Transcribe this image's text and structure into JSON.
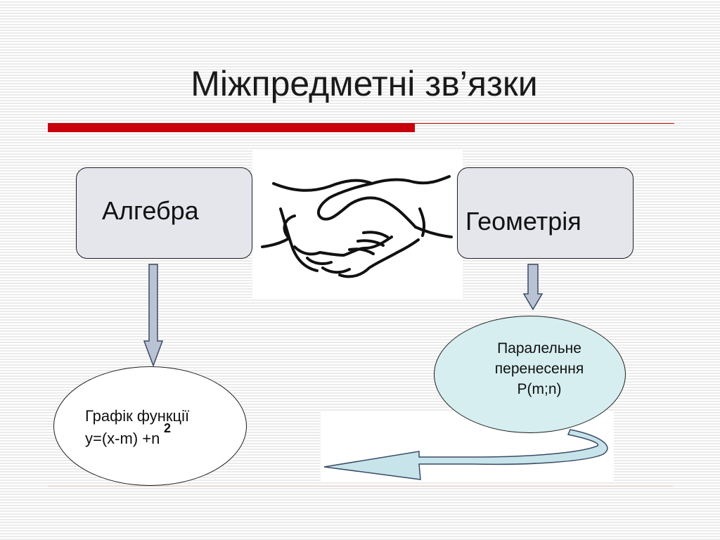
{
  "slide": {
    "title": "Міжпредметні зв’язки"
  },
  "nodes": {
    "algebra": {
      "label": "Алгебра"
    },
    "geometry": {
      "label": "Геометрія"
    },
    "graph": {
      "line1": "Графік функції",
      "line2": "y=(x-m) +n",
      "superscript": "2"
    },
    "parallel": {
      "line1": "Паралельне",
      "line2": "перенесення",
      "line3": "P(m;n)"
    }
  },
  "colors": {
    "accent_red": "#c7000b",
    "box_fill": "#e4e6ec",
    "ellipse_fill": "#d6eeef",
    "arrow_fill": "#b9c3d3",
    "curved_arrow_fill": "#c6e4ea"
  },
  "icons": {
    "center_image": "handshake-icon"
  }
}
